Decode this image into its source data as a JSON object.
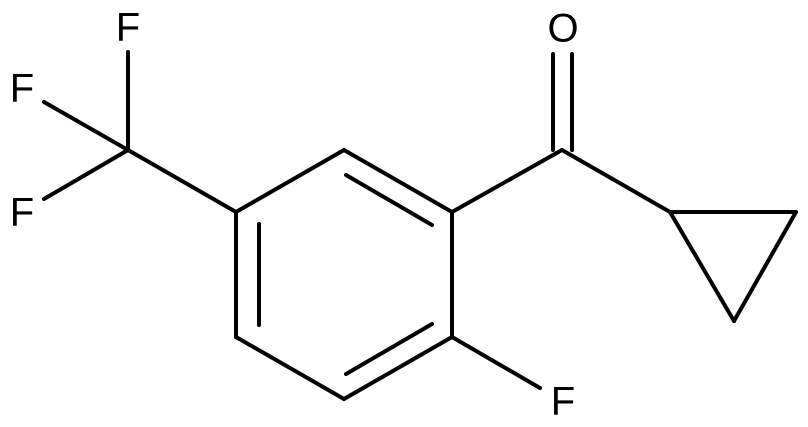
{
  "molecule": {
    "atoms": {
      "oxygen": "O",
      "fluorine_top": "F",
      "fluorine_left": "F",
      "fluorine_bottom_left": "F",
      "fluorine_ring": "F"
    },
    "colors": {
      "bond": "#000000",
      "label": "#000000",
      "background": "#ffffff"
    }
  }
}
